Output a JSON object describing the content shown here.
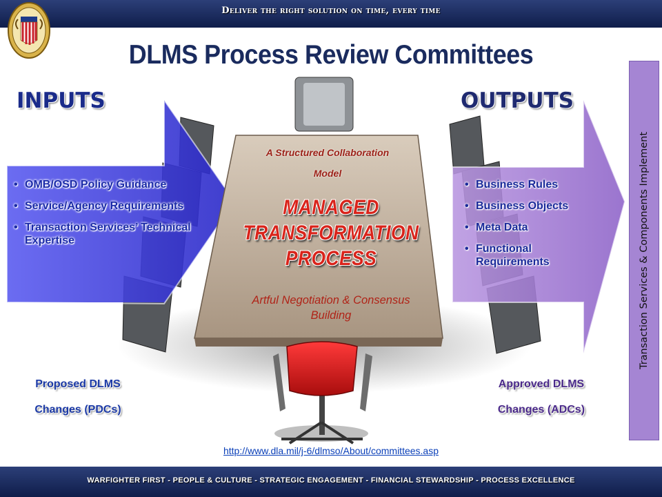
{
  "header": {
    "tagline": "Deliver the right solution on time, every time"
  },
  "title": "DLMS Process Review Committees",
  "inputs": {
    "label": "INPUTS",
    "items": [
      "OMB/OSD Policy Guidance",
      "Service/Agency Requirements",
      "Transaction Services’ Technical Expertise"
    ],
    "result_line1": "Proposed DLMS",
    "result_line2": "Changes (PDCs)"
  },
  "outputs": {
    "label": "OUTPUTS",
    "items": [
      "Business Rules",
      "Business Objects",
      "Meta Data",
      "Functional Requirements"
    ],
    "result_line1": "Approved DLMS",
    "result_line2": "Changes (ADCs)"
  },
  "center": {
    "collab_line1": "A Structured Collaboration",
    "collab_line2": "Model",
    "managed_line1": "MANAGED",
    "managed_line2": "TRANSFORMATION",
    "managed_line3": "PROCESS",
    "artful_line1": "Artful Negotiation & Consensus",
    "artful_line2": "Building"
  },
  "sidebar": {
    "text": "Transaction Services & Components Implement"
  },
  "link": {
    "text": "http://www.dla.mil/j-6/dlmso/About/committees.asp"
  },
  "footer": {
    "text": "WARFIGHTER FIRST - PEOPLE & CULTURE - STRATEGIC ENGAGEMENT - FINANCIAL STEWARDSHIP - PROCESS EXCELLENCE"
  },
  "colors": {
    "header_bg": "#1b2a5e",
    "title": "#1a2b5e",
    "input_arrow": "#3f3de0",
    "output_arrow": "#a47ad6",
    "managed_text": "#d9241b",
    "sidebar_bg": "#a585d3"
  },
  "icons": {
    "seal": "dla-seal-icon",
    "chairs": "office-chair-icon"
  }
}
